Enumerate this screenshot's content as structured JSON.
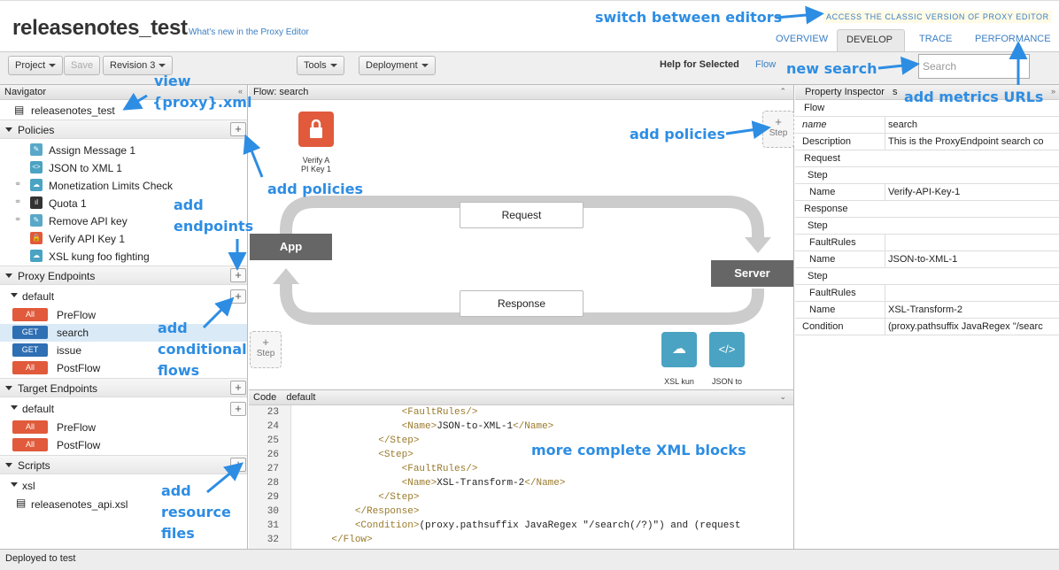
{
  "header": {
    "title": "releasenotes_test",
    "whats_new": "What's new in the Proxy Editor",
    "classic_link": "ACCESS THE CLASSIC VERSION OF PROXY EDITOR",
    "tabs": [
      {
        "label": "OVERVIEW"
      },
      {
        "label": "DEVELOP"
      },
      {
        "label": "TRACE"
      },
      {
        "label": "PERFORMANCE"
      }
    ]
  },
  "toolbar": {
    "project": "Project",
    "save": "Save",
    "revision": "Revision 3",
    "tools": "Tools",
    "deployment": "Deployment",
    "help_label": "Help for Selected",
    "help_flow": "Flow",
    "search_placeholder": "Search"
  },
  "navigator": {
    "title": "Navigator",
    "collapse": "«",
    "proxy_file": "releasenotes_test",
    "policies_label": "Policies",
    "policies": [
      {
        "name": "Assign Message 1",
        "color": "#5aa8c9",
        "glyph": "✎"
      },
      {
        "name": "JSON to XML 1",
        "color": "#4aa3c2",
        "glyph": "<>"
      },
      {
        "name": "Monetization Limits Check",
        "color": "#4aa3c2",
        "glyph": "☁"
      },
      {
        "name": "Quota 1",
        "color": "#333333",
        "glyph": "ıl"
      },
      {
        "name": "Remove API key",
        "color": "#5aa8c9",
        "glyph": "✎"
      },
      {
        "name": "Verify API Key 1",
        "color": "#e05a3b",
        "glyph": "🔒"
      },
      {
        "name": "XSL kung foo fighting",
        "color": "#4aa3c2",
        "glyph": "☁"
      }
    ],
    "proxy_endpoints_label": "Proxy Endpoints",
    "proxy_default": "default",
    "proxy_flows": [
      {
        "badge": "All",
        "name": "PreFlow"
      },
      {
        "badge": "GET",
        "name": "search"
      },
      {
        "badge": "GET",
        "name": "issue"
      },
      {
        "badge": "All",
        "name": "PostFlow"
      }
    ],
    "target_endpoints_label": "Target Endpoints",
    "target_default": "default",
    "target_flows": [
      {
        "badge": "All",
        "name": "PreFlow"
      },
      {
        "badge": "All",
        "name": "PostFlow"
      }
    ],
    "scripts_label": "Scripts",
    "scripts_folder": "xsl",
    "script_file": "releasenotes_api.xsl"
  },
  "flow": {
    "title": "Flow: search",
    "collapse": "«",
    "step_label": "Step",
    "app": "App",
    "server": "Server",
    "request": "Request",
    "response": "Response",
    "verify_label_1": "Verify A",
    "verify_label_2": "PI Key 1",
    "xsl_label": "XSL kun",
    "json_label": "JSON to"
  },
  "code": {
    "title": "Code",
    "file": "default",
    "lines": [
      {
        "n": "23",
        "indent": 18,
        "parts": [
          [
            "tag",
            "<FaultRules/>"
          ]
        ]
      },
      {
        "n": "24",
        "indent": 18,
        "parts": [
          [
            "tag",
            "<Name>"
          ],
          [
            "txt",
            "JSON-to-XML-1"
          ],
          [
            "tag",
            "</Name>"
          ]
        ]
      },
      {
        "n": "25",
        "indent": 14,
        "parts": [
          [
            "tag",
            "</Step>"
          ]
        ]
      },
      {
        "n": "26",
        "indent": 14,
        "parts": [
          [
            "tag",
            "<Step>"
          ]
        ]
      },
      {
        "n": "27",
        "indent": 18,
        "parts": [
          [
            "tag",
            "<FaultRules/>"
          ]
        ]
      },
      {
        "n": "28",
        "indent": 18,
        "parts": [
          [
            "tag",
            "<Name>"
          ],
          [
            "txt",
            "XSL-Transform-2"
          ],
          [
            "tag",
            "</Name>"
          ]
        ]
      },
      {
        "n": "29",
        "indent": 14,
        "parts": [
          [
            "tag",
            "</Step>"
          ]
        ]
      },
      {
        "n": "30",
        "indent": 10,
        "parts": [
          [
            "tag",
            "</Response>"
          ]
        ]
      },
      {
        "n": "31",
        "indent": 10,
        "parts": [
          [
            "tag",
            "<Condition>"
          ],
          [
            "txt",
            "(proxy.pathsuffix JavaRegex \"/search(/?)\") and (request"
          ]
        ]
      },
      {
        "n": "32",
        "indent": 6,
        "parts": [
          [
            "tag",
            "</Flow>"
          ]
        ]
      }
    ]
  },
  "inspector": {
    "title": "Property Inspector",
    "title_suffix": "s",
    "collapse": "»",
    "rows": [
      {
        "type": "section",
        "label": "Flow"
      },
      {
        "type": "prop",
        "key": "name",
        "value": "search",
        "italic": true
      },
      {
        "type": "prop",
        "key": "Description",
        "value": "This is the ProxyEndpoint search co"
      },
      {
        "type": "section",
        "label": "Request"
      },
      {
        "type": "section",
        "label": "Step",
        "indent": true
      },
      {
        "type": "prop",
        "key": "Name",
        "value": "Verify-API-Key-1",
        "indent": true
      },
      {
        "type": "section",
        "label": "Response"
      },
      {
        "type": "section",
        "label": "Step",
        "indent": true
      },
      {
        "type": "prop",
        "key": "FaultRules",
        "value": "",
        "indent": true
      },
      {
        "type": "prop",
        "key": "Name",
        "value": "JSON-to-XML-1",
        "indent": true
      },
      {
        "type": "section",
        "label": "Step",
        "indent": true
      },
      {
        "type": "prop",
        "key": "FaultRules",
        "value": "",
        "indent": true
      },
      {
        "type": "prop",
        "key": "Name",
        "value": "XSL-Transform-2",
        "indent": true
      },
      {
        "type": "prop",
        "key": "Condition",
        "value": "(proxy.pathsuffix JavaRegex \"/searc"
      }
    ]
  },
  "status": "Deployed to test",
  "annotations": {
    "switch_editors": "switch between editors",
    "view_line1": "view",
    "view_line2": "{proxy}.xml",
    "new_search": "new search",
    "add_metrics": "add metrics URLs",
    "add_policies_right": "add policies",
    "add_policies_left": "add policies",
    "add_endpoints_1": "add",
    "add_endpoints_2": "endpoints",
    "add_conditional_1": "add",
    "add_conditional_2": "conditional",
    "add_conditional_3": "flows",
    "more_xml": "more complete XML blocks",
    "add_resource_1": "add",
    "add_resource_2": "resource",
    "add_resource_3": "files"
  },
  "colors": {
    "accent": "#3b7fc4",
    "annotation": "#2d8de3",
    "badge_all": "#e05a3b",
    "badge_get": "#2f6fb3"
  }
}
